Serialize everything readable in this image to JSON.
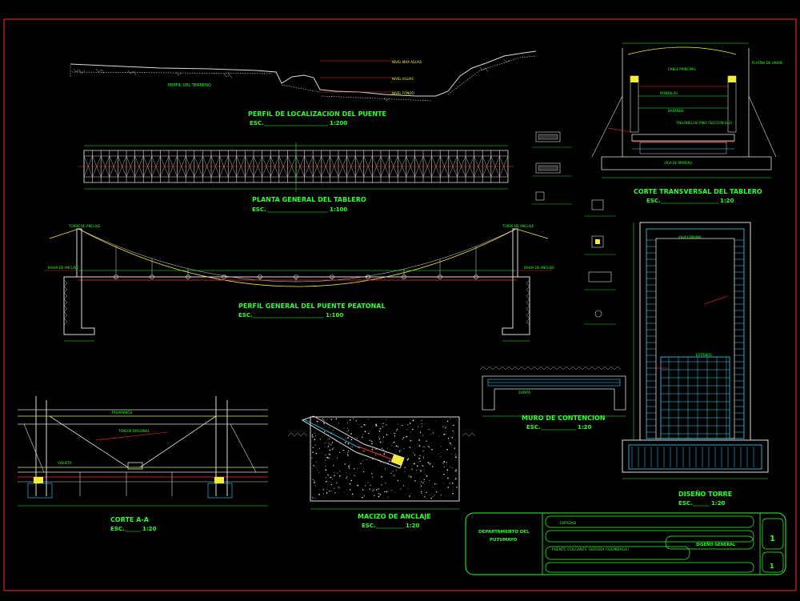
{
  "colors": {
    "background": "#000000",
    "text": "#2cff2c",
    "outline": "#dcdcdc",
    "section": "#ff2a2a",
    "cable": "#f2ec3a",
    "rebar": "#2ed8ff"
  },
  "views": {
    "perfil_terreno": {
      "label": "PERFIL DEL TERRENO"
    },
    "perfil_localizacion": {
      "title": "PERFIL DE LOCALIZACION DEL PUENTE",
      "esc_label": "ESC.",
      "esc_value": "1:200"
    },
    "planta_tablero": {
      "title": "PLANTA GENERAL DEL TABLERO",
      "esc_label": "ESC.",
      "esc_value": "1:100"
    },
    "perfil_general": {
      "title": "PERFIL GENERAL DEL PUENTE PEATONAL",
      "esc_label": "ESC.",
      "esc_value": "1:100"
    },
    "corte_transversal": {
      "title": "CORTE TRANSVERSAL DEL TABLERO",
      "esc_label": "ESC.",
      "esc_value": "1:20",
      "note": "TABLONES DE PINO (SECCION 6x2)"
    },
    "muro_contencion": {
      "title": "MURO DE CONTENCION",
      "esc_label": "ESC.",
      "esc_value": "1:20"
    },
    "diseno_torre": {
      "title": "DISEÑO TORRE",
      "esc_label": "ESC.",
      "esc_value": "1:20"
    },
    "corte_aa": {
      "title": "CORTE A-A",
      "esc_label": "ESC.",
      "esc_value": "1:20"
    },
    "macizo_anclaje": {
      "title": "MACIZO DE ANCLAJE",
      "esc_label": "ESC.",
      "esc_value": "1:20"
    }
  },
  "title_block": {
    "department": [
      "DEPARTAMENTO DEL",
      "PUTUMAYO"
    ],
    "field_label": "ENTIDAD",
    "project": "PUENTE COLGANTE (VEREDA CUEMBIAGA)",
    "drawing": "DISEÑO GENERAL",
    "sheet_number": "1",
    "total_sheets": "1"
  }
}
